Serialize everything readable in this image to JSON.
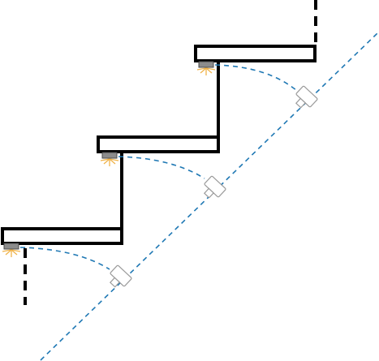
{
  "diagram": {
    "kind": "stair-section-with-step-lights",
    "steps": 3,
    "fixtures_per_step": 1,
    "colors": {
      "structure": "#000000",
      "tread_fill": "#ffffff",
      "fixture": "#8c8c8c",
      "fixture_outline": "#4a4a4a",
      "light_rays": "#f0b34a",
      "sightline": "#1f78b4",
      "device_outline": "#9a9a9a",
      "device_fill": "#ffffff"
    },
    "icons": {
      "fixture": "step-light-fixture",
      "rays": "light-rays",
      "device": "sensor-head"
    }
  }
}
